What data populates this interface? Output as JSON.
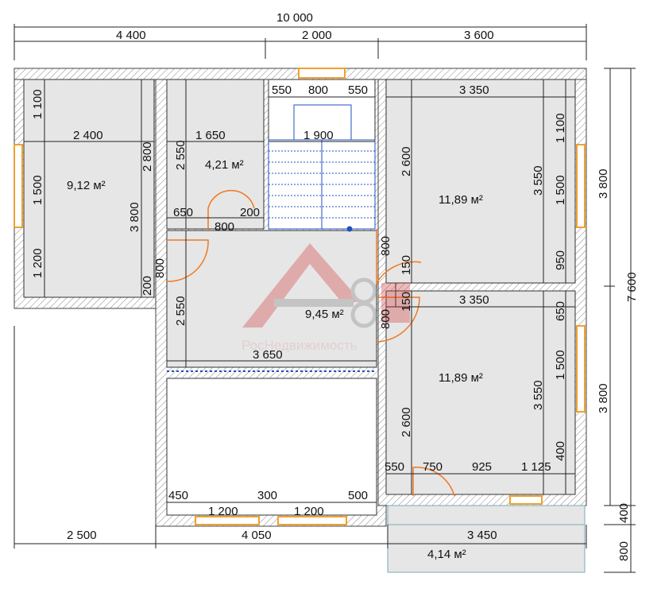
{
  "plan": {
    "total_width": "10 000",
    "top_segments": [
      "4 400",
      "2 000",
      "3 600"
    ],
    "right_total": "7 600",
    "right_upper": "3 800",
    "right_lower": "3 800",
    "right_step_1": "400",
    "right_step_2": "800",
    "bottom_left": "2 500",
    "bottom_mid": "4 050",
    "bottom_right": "3 450",
    "rooms": {
      "left_room": {
        "area": "9,12 м²",
        "w": "2 400",
        "h": "3 800",
        "seg_1100": "1 100",
        "seg_1500": "1 500",
        "seg_1200": "1 200",
        "inner_h": "2 800"
      },
      "bath": {
        "area": "4,21 м²",
        "w": "1 650",
        "h": "2 550",
        "seg_650": "650",
        "seg_200": "200",
        "door": "800"
      },
      "stairs": {
        "w": "1 900",
        "seg_550a": "550",
        "seg_800": "800",
        "seg_550b": "550"
      },
      "hall": {
        "area": "9,45 м²",
        "w": "3 650",
        "h": "2 550",
        "seg_800": "800",
        "seg_200": "200"
      },
      "bed_top": {
        "area": "11,89 м²",
        "w": "3 350",
        "h": "3 550",
        "seg_2600": "2 600",
        "seg_1100": "1 100",
        "seg_1500": "1 500",
        "seg_950": "950",
        "door": "800",
        "seg_150": "150"
      },
      "bed_bottom": {
        "area": "11,89 м²",
        "w": "3 350",
        "h": "3 550",
        "seg_2600": "2 600",
        "seg_650": "650",
        "seg_1500": "1 500",
        "seg_400": "400",
        "door": "800",
        "seg_150": "150",
        "seg_550": "550",
        "seg_750": "750",
        "seg_925": "925",
        "seg_1125": "1 125"
      },
      "terrace": {
        "area": "4,14 м²"
      },
      "open_area": {
        "seg_450": "450",
        "seg_1200a": "1 200",
        "seg_300": "300",
        "seg_1200b": "1 200",
        "seg_500": "500"
      }
    },
    "watermark": "РосНедвижимость",
    "colors": {
      "wall": "#555555",
      "room_fill": "#e6e6e6",
      "window": "#f0a030",
      "door": "#f07820",
      "stair": "#2050c0",
      "watermark": "#d23c3c"
    }
  }
}
